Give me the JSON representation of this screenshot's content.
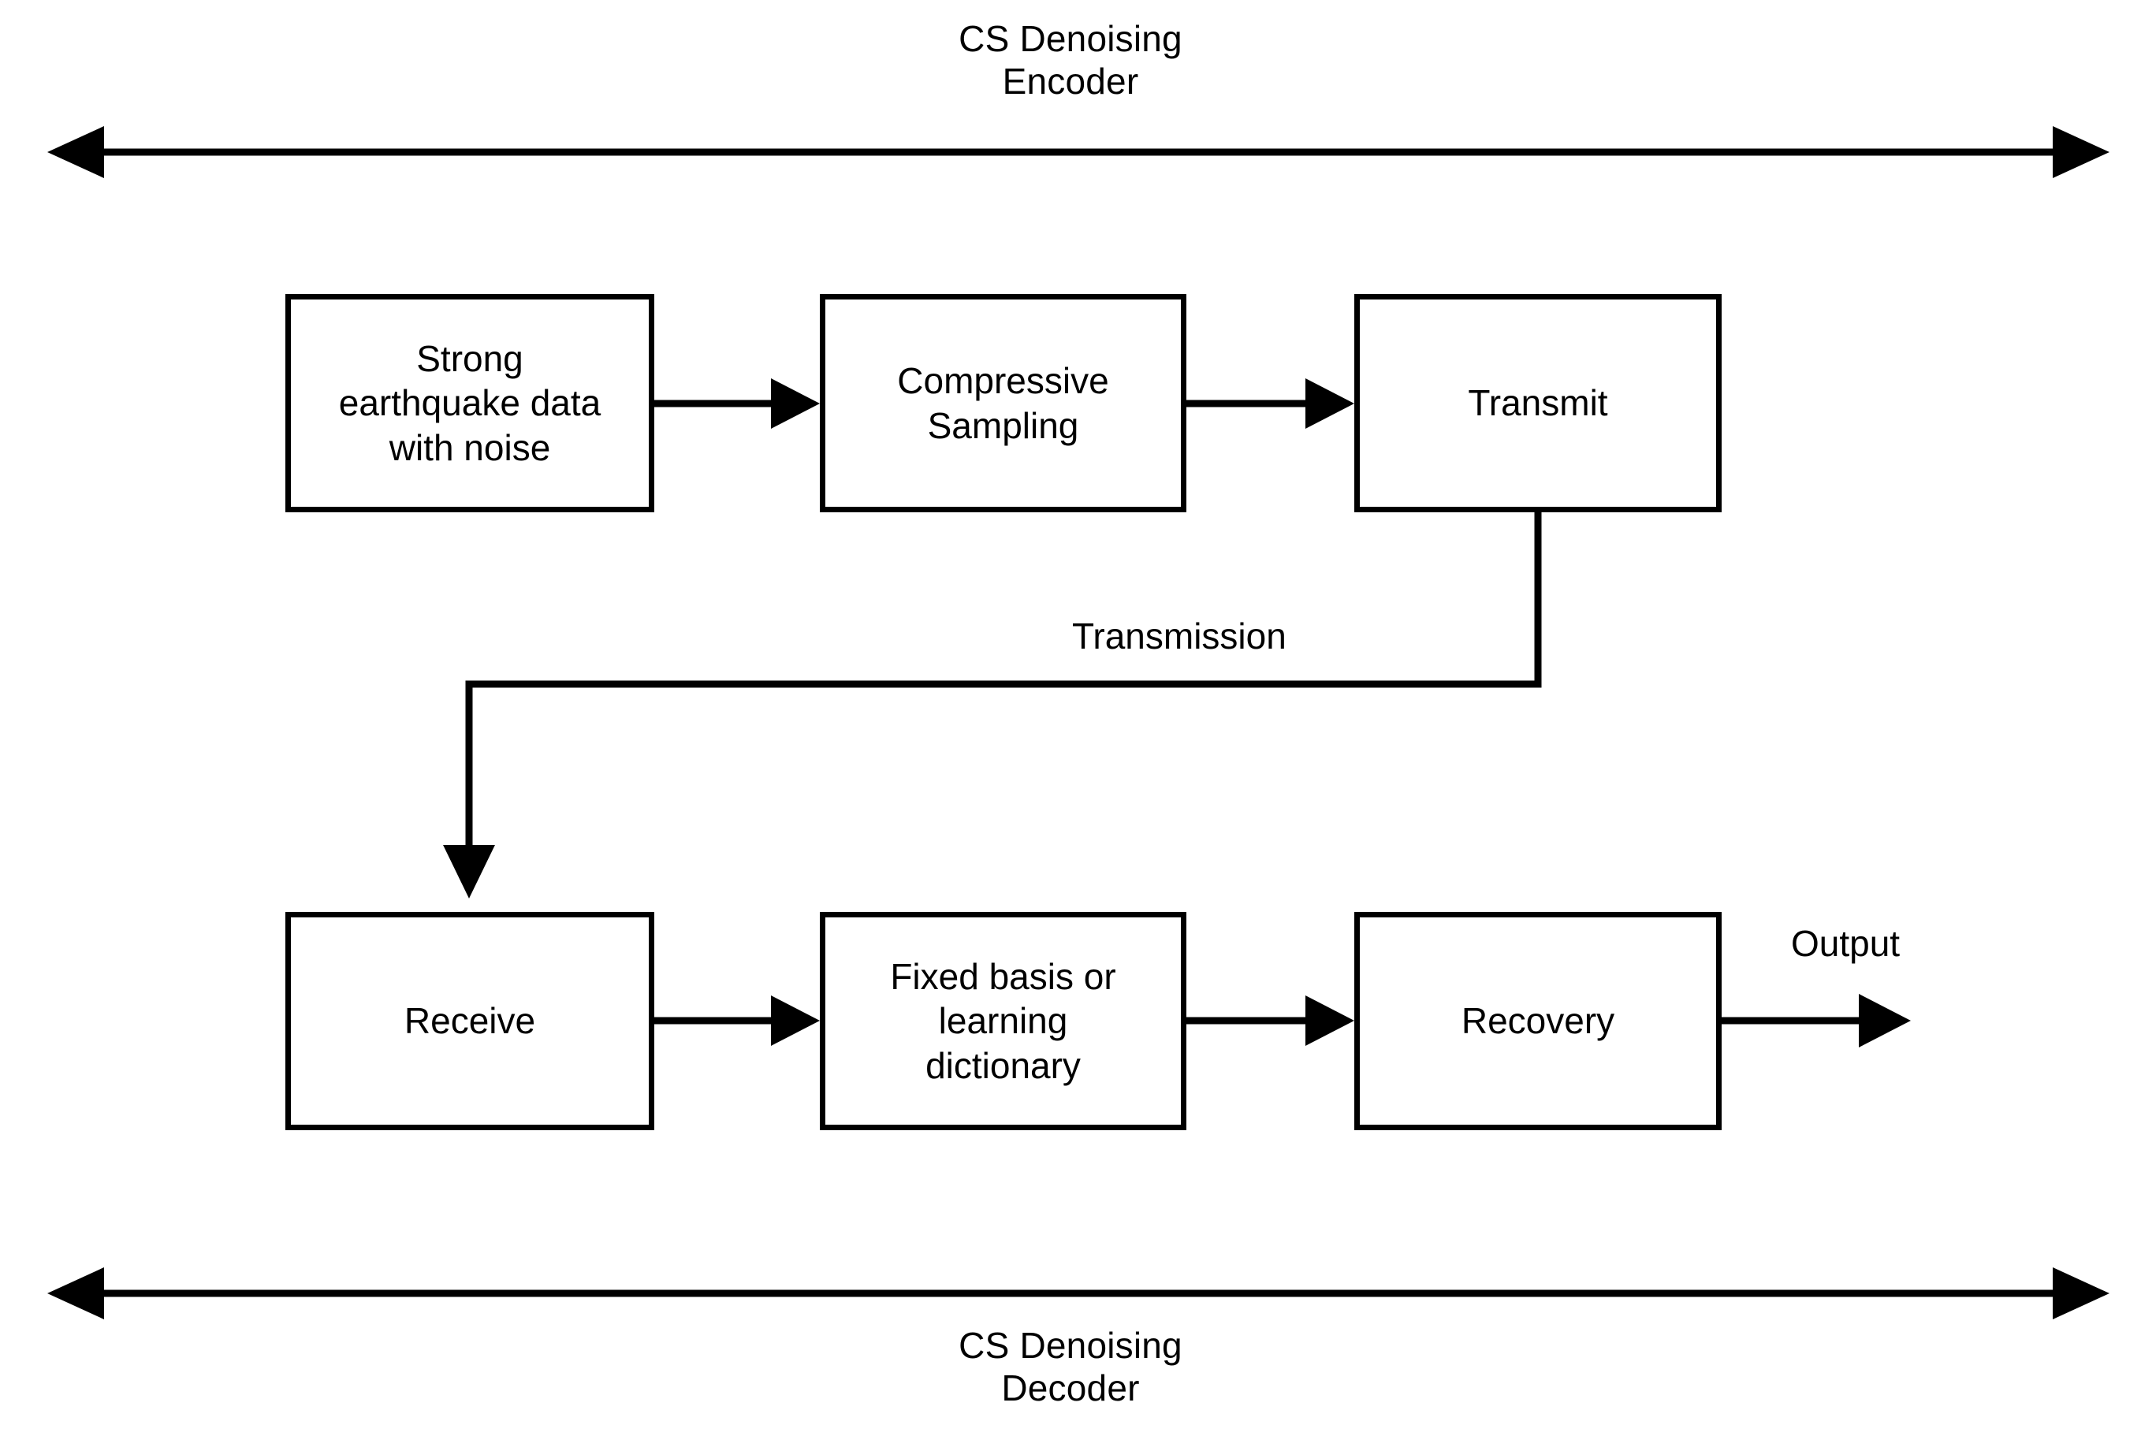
{
  "diagram": {
    "title_top": "CS Denoising\nEncoder",
    "title_bottom": "CS Denoising\nDecoder",
    "stroke_color": "#000000",
    "background_color": "#ffffff",
    "nodes": [
      {
        "id": "strong-earthquake-data-with-noise",
        "label": "Strong\nearthquake data\nwith noise",
        "row": "encoder"
      },
      {
        "id": "compressive-sampling",
        "label": "Compressive\nSampling",
        "row": "encoder"
      },
      {
        "id": "transmit",
        "label": "Transmit",
        "row": "encoder"
      },
      {
        "id": "receive",
        "label": "Receive",
        "row": "decoder"
      },
      {
        "id": "fixed-basis-or-learning-dictionary",
        "label": "Fixed basis or\nlearning\ndictionary",
        "row": "decoder"
      },
      {
        "id": "recovery",
        "label": "Recovery",
        "row": "decoder"
      }
    ],
    "edge_labels": {
      "transmission": "Transmission",
      "output": "Output"
    },
    "edges": [
      {
        "from": "strong-earthquake-data-with-noise",
        "to": "compressive-sampling",
        "label": ""
      },
      {
        "from": "compressive-sampling",
        "to": "transmit",
        "label": ""
      },
      {
        "from": "transmit",
        "to": "receive",
        "label": "Transmission"
      },
      {
        "from": "receive",
        "to": "fixed-basis-or-learning-dictionary",
        "label": ""
      },
      {
        "from": "fixed-basis-or-learning-dictionary",
        "to": "recovery",
        "label": ""
      },
      {
        "from": "recovery",
        "to": "output",
        "label": "Output"
      }
    ],
    "span_arrows": [
      {
        "id": "encoder-span",
        "label": "CS Denoising\nEncoder",
        "position": "top",
        "double_headed": true
      },
      {
        "id": "decoder-span",
        "label": "CS Denoising\nDecoder",
        "position": "bottom",
        "double_headed": true
      }
    ]
  }
}
